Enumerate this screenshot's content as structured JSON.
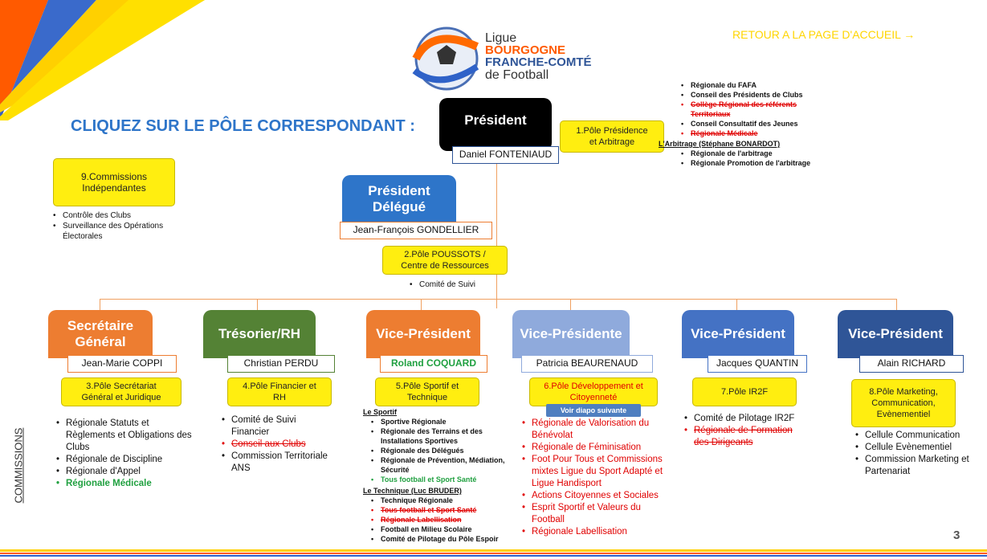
{
  "header": {
    "back_link": "RETOUR A LA PAGE D'ACCUEIL →",
    "title": "CLIQUEZ SUR LE PÔLE CORRESPONDANT :",
    "logo_lines": [
      "Ligue",
      "BOURGOGNE",
      "FRANCHE-COMTÉ",
      "de Football"
    ]
  },
  "president": {
    "title": "Président",
    "name": "Daniel FONTENIAUD",
    "pole": "1.Pôle Présidence et Arbitrage",
    "items": [
      {
        "text": "Régionale du FAFA",
        "style": "normal"
      },
      {
        "text": "Conseil des Présidents de Clubs",
        "style": "normal"
      },
      {
        "text": "Collège Régional des référents Territoriaux",
        "style": "strike"
      },
      {
        "text": "Conseil Consultatif des Jeunes",
        "style": "normal"
      },
      {
        "text": "Régionale Médicale",
        "style": "strike"
      }
    ],
    "arbitrage_heading": "L'Arbitrage (Stéphane BONARDOT)",
    "arbitrage_items": [
      "Régionale de l'arbitrage",
      "Régionale Promotion de l'arbitrage"
    ]
  },
  "independent": {
    "pole": "9.Commissions Indépendantes",
    "items": [
      "Contrôle des Clubs",
      "Surveillance des Opérations Électorales"
    ]
  },
  "delegate": {
    "title": "Président Délégué",
    "name": "Jean-François GONDELLIER",
    "pole": "2.Pôle POUSSOTS / Centre de Ressources",
    "items": [
      "Comité de Suivi"
    ]
  },
  "side_label": "COMMISSIONS",
  "page_number": "3",
  "voir_diapo": "Voir diapo suivante",
  "columns": [
    {
      "title": "Secrétaire Général",
      "name": "Jean-Marie COPPI",
      "pole": "3.Pôle Secrétariat Général et Juridique",
      "color": "#ed7d31",
      "items": [
        {
          "text": "Régionale Statuts et Règlements et Obligations des Clubs",
          "style": "normal"
        },
        {
          "text": "Régionale de Discipline",
          "style": "normal"
        },
        {
          "text": "Régionale d'Appel",
          "style": "normal"
        },
        {
          "text": "Régionale Médicale",
          "style": "green"
        }
      ]
    },
    {
      "title": "Trésorier/RH",
      "name": "Christian PERDU",
      "pole": "4.Pôle Financier et RH",
      "color": "#548235",
      "items": [
        {
          "text": "Comité de Suivi Financier",
          "style": "normal"
        },
        {
          "text": "Conseil aux Clubs",
          "style": "strike"
        },
        {
          "text": "Commission Territoriale ANS",
          "style": "normal"
        }
      ]
    },
    {
      "title": "Vice-Président",
      "name": "Roland COQUARD",
      "pole": "5.Pôle Sportif et Technique",
      "color": "#ed7d31",
      "sportif_heading": "Le Sportif",
      "sportif_items": [
        {
          "text": "Sportive Régionale",
          "style": "normal"
        },
        {
          "text": "Régionale des Terrains et des Installations Sportives",
          "style": "normal"
        },
        {
          "text": "Régionale des Délégués",
          "style": "normal"
        },
        {
          "text": "Régionale de Prévention, Médiation, Sécurité",
          "style": "normal"
        },
        {
          "text": "Tous football et Sport Santé",
          "style": "green"
        }
      ],
      "technique_heading": "Le Technique (Luc BRUDER)",
      "technique_items": [
        {
          "text": "Technique Régionale",
          "style": "normal"
        },
        {
          "text": "Tous football et Sport Santé",
          "style": "strike"
        },
        {
          "text": "Régionale Labellisation",
          "style": "strike"
        },
        {
          "text": "Football en Milieu Scolaire",
          "style": "normal"
        },
        {
          "text": "Comité de Pilotage du Pôle Espoir",
          "style": "normal"
        }
      ]
    },
    {
      "title": "Vice-Présidente",
      "name": "Patricia BEAURENAUD",
      "pole": "6.Pôle Développement et Citoyenneté",
      "color": "#8faadc",
      "items": [
        {
          "text": "Régionale de Valorisation du Bénévolat",
          "style": "red"
        },
        {
          "text": "Régionale de Féminisation",
          "style": "red"
        },
        {
          "text": "Foot Pour Tous et Commissions mixtes Ligue du Sport Adapté et Ligue Handisport",
          "style": "red"
        },
        {
          "text": "Actions Citoyennes et Sociales",
          "style": "red"
        },
        {
          "text": "Esprit Sportif et Valeurs du Football",
          "style": "red"
        },
        {
          "text": "Régionale Labellisation",
          "style": "red"
        }
      ]
    },
    {
      "title": "Vice-Président",
      "name": "Jacques QUANTIN",
      "pole": "7.Pôle IR2F",
      "color": "#4472c4",
      "items": [
        {
          "text": "Comité de Pilotage IR2F",
          "style": "normal"
        },
        {
          "text": "Régionale de Formation des Dirigeants",
          "style": "strike"
        }
      ]
    },
    {
      "title": "Vice-Président",
      "name": "Alain RICHARD",
      "pole": "8.Pôle Marketing, Communication, Evènementiel",
      "color": "#2f5597",
      "items": [
        {
          "text": "Cellule Communication",
          "style": "normal"
        },
        {
          "text": "Cellule Evènementiel",
          "style": "normal"
        },
        {
          "text": "Commission Marketing et Partenariat",
          "style": "normal"
        }
      ]
    }
  ]
}
